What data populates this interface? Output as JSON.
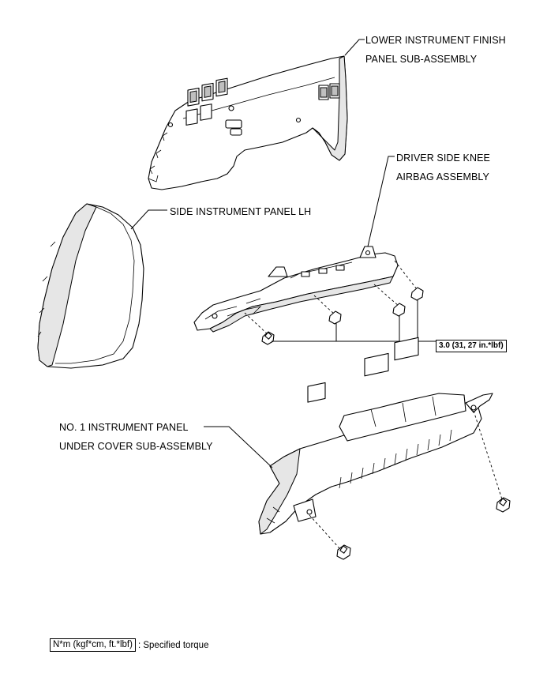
{
  "labels": {
    "lower_panel_line1": "LOWER INSTRUMENT FINISH",
    "lower_panel_line2": "PANEL SUB-ASSEMBLY",
    "knee_airbag_line1": "DRIVER SIDE KNEE",
    "knee_airbag_line2": "AIRBAG ASSEMBLY",
    "side_panel": "SIDE INSTRUMENT PANEL LH",
    "under_cover_line1": "NO. 1 INSTRUMENT PANEL",
    "under_cover_line2": "UNDER COVER SUB-ASSEMBLY"
  },
  "torque": {
    "value": "3.0 (31, 27 in.*lbf)"
  },
  "legend": {
    "unit_box": "N*m (kgf*cm, ft.*lbf)",
    "description": ": Specified torque"
  }
}
